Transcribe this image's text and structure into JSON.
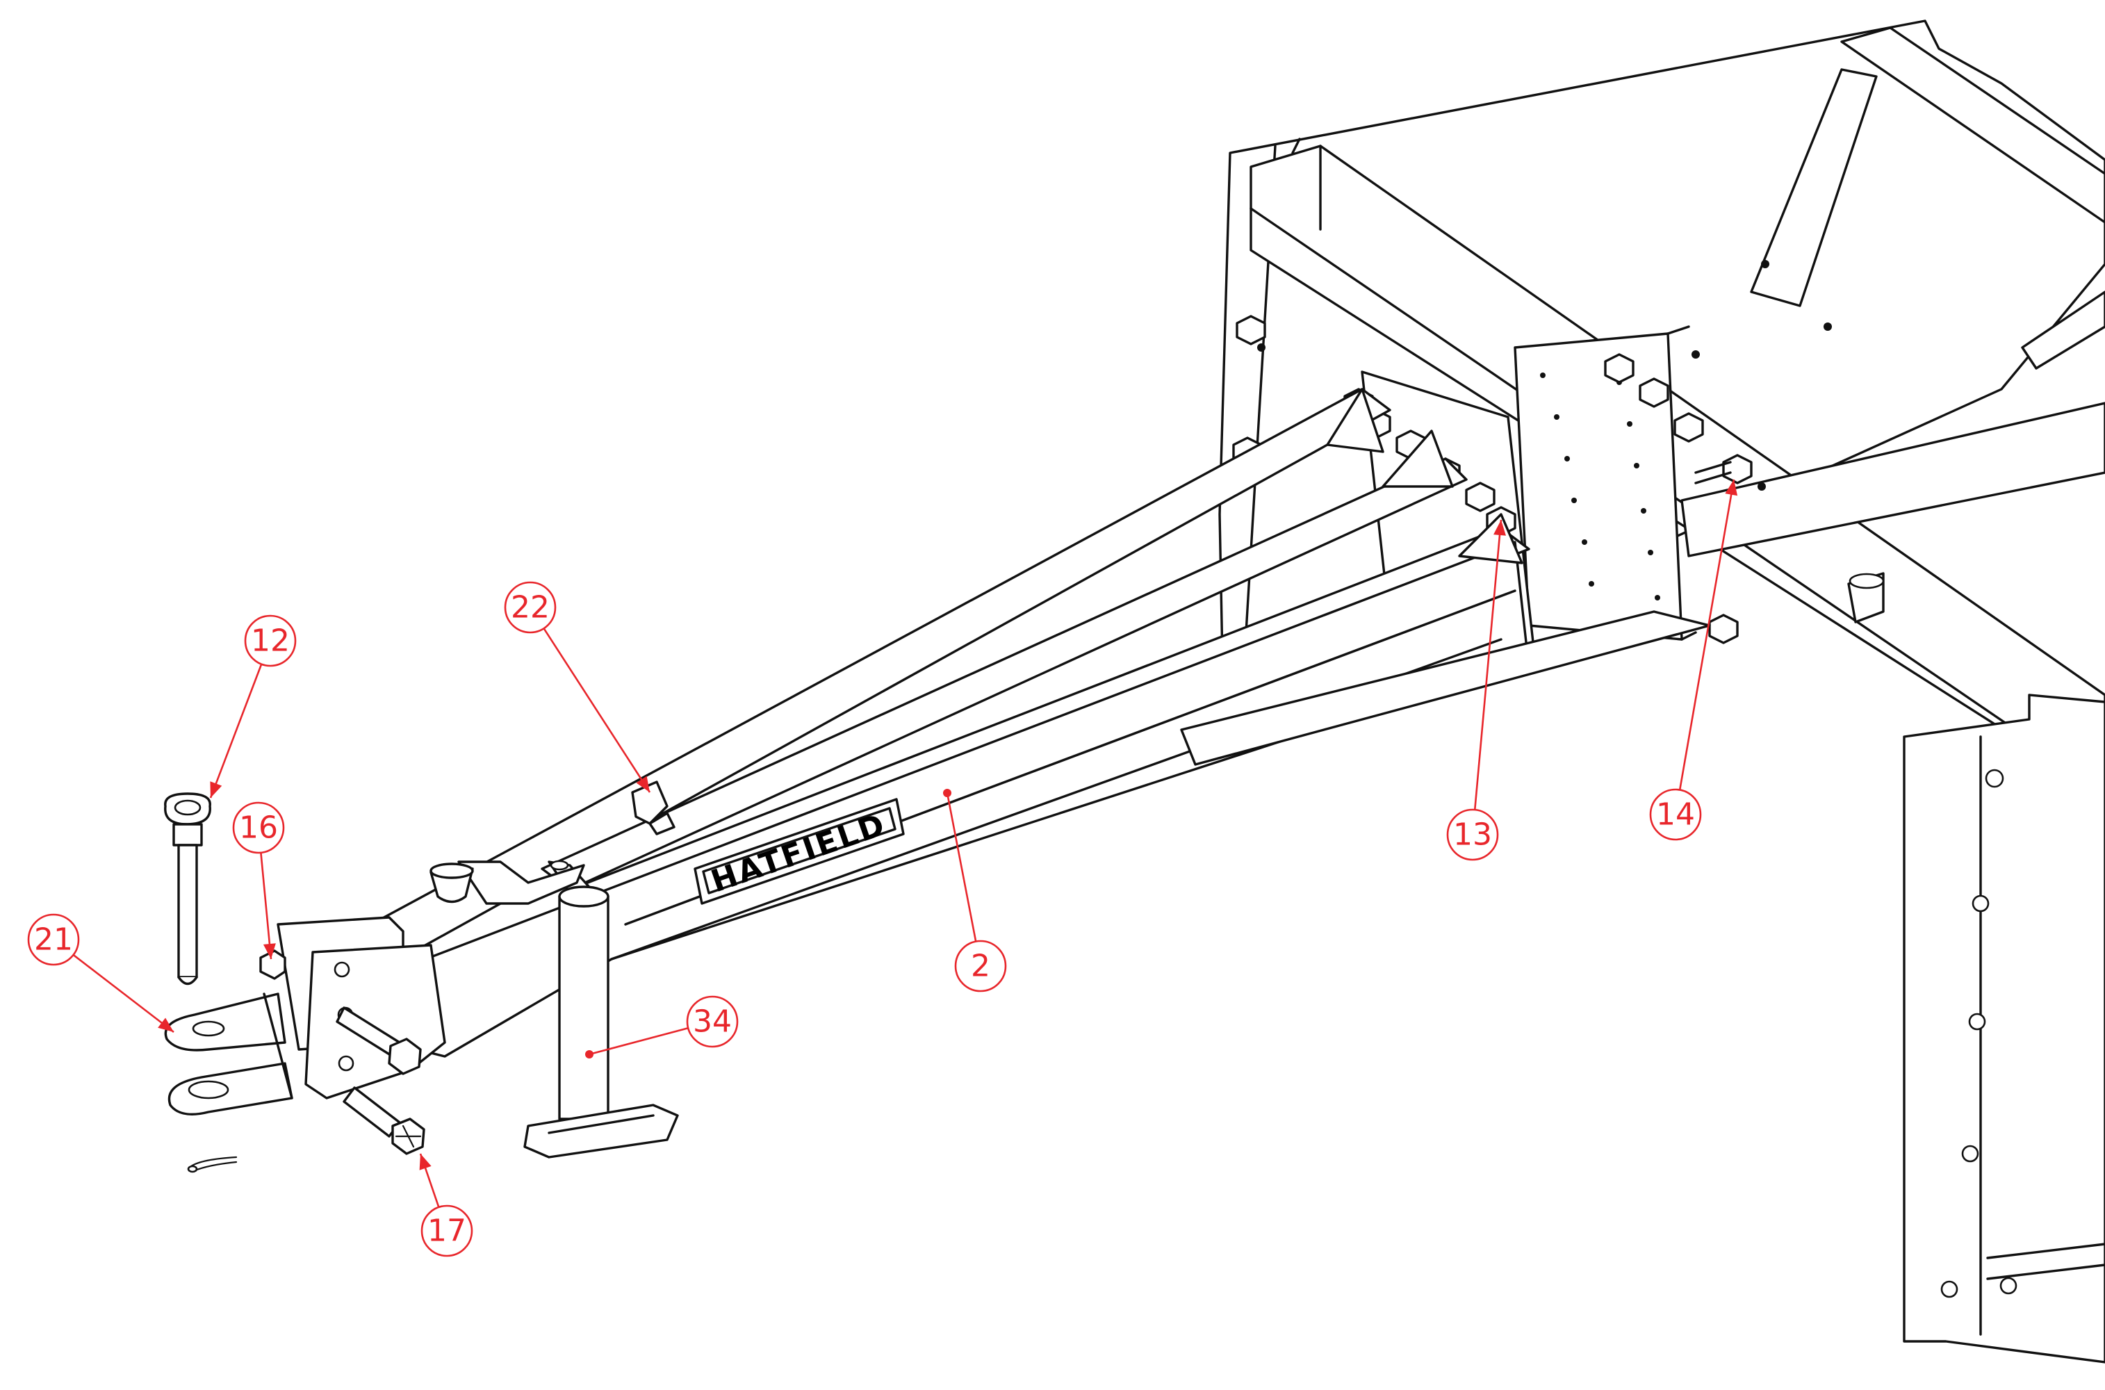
{
  "colors": {
    "line": "#111111",
    "callout": "#e8262b",
    "background": "#ffffff"
  },
  "logo": {
    "text": "HATFIELD"
  },
  "callouts": [
    {
      "id": "callout-12",
      "label": "12"
    },
    {
      "id": "callout-16",
      "label": "16"
    },
    {
      "id": "callout-21",
      "label": "21"
    },
    {
      "id": "callout-22",
      "label": "22"
    },
    {
      "id": "callout-2",
      "label": "2"
    },
    {
      "id": "callout-34",
      "label": "34"
    },
    {
      "id": "callout-17",
      "label": "17"
    },
    {
      "id": "callout-13",
      "label": "13"
    },
    {
      "id": "callout-14",
      "label": "14"
    }
  ]
}
